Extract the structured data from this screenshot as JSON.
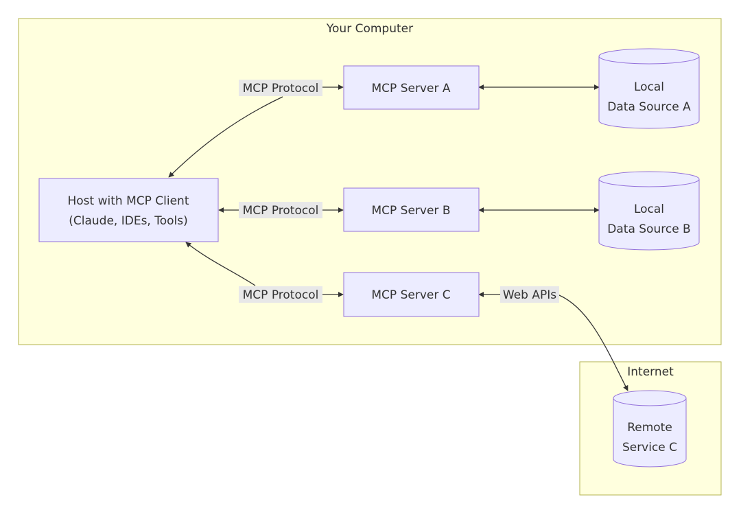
{
  "clusters": {
    "your_computer": "Your Computer",
    "internet": "Internet"
  },
  "nodes": {
    "host": {
      "line1": "Host with MCP Client",
      "line2": "(Claude, IDEs, Tools)"
    },
    "server_a": "MCP Server A",
    "server_b": "MCP Server B",
    "server_c": "MCP Server C",
    "data_a": {
      "line1": "Local",
      "line2": "Data Source A"
    },
    "data_b": {
      "line1": "Local",
      "line2": "Data Source B"
    },
    "remote_c": {
      "line1": "Remote",
      "line2": "Service C"
    }
  },
  "edges": {
    "host_server_a": "MCP Protocol",
    "host_server_b": "MCP Protocol",
    "host_server_c": "MCP Protocol",
    "server_c_remote": "Web APIs"
  },
  "colors": {
    "cluster_fill": "#ffffde",
    "cluster_stroke": "#b3b34f",
    "node_fill": "#ececff",
    "node_stroke": "#9370db",
    "edge_stroke": "#333333",
    "label_bg": "#e8e8e8"
  }
}
